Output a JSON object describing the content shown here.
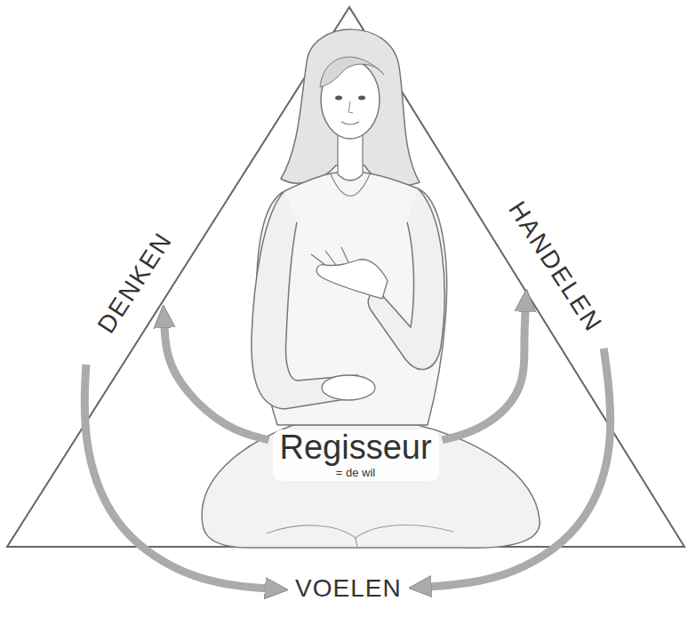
{
  "diagram": {
    "nodes": [
      {
        "text": [
          "DENKEN"
        ]
      },
      {
        "text": [
          "HANDELEN"
        ]
      },
      {
        "text": [
          "Regisseur",
          "= de wil"
        ]
      },
      {
        "text": [
          "VOELEN"
        ]
      }
    ],
    "edges": [
      {
        "from": 2,
        "to": 0,
        "arrow": "to"
      },
      {
        "from": 2,
        "to": 1,
        "arrow": "to"
      },
      {
        "from": 0,
        "to": 3,
        "arrow": "to"
      },
      {
        "from": 1,
        "to": 3,
        "arrow": "to"
      }
    ]
  }
}
